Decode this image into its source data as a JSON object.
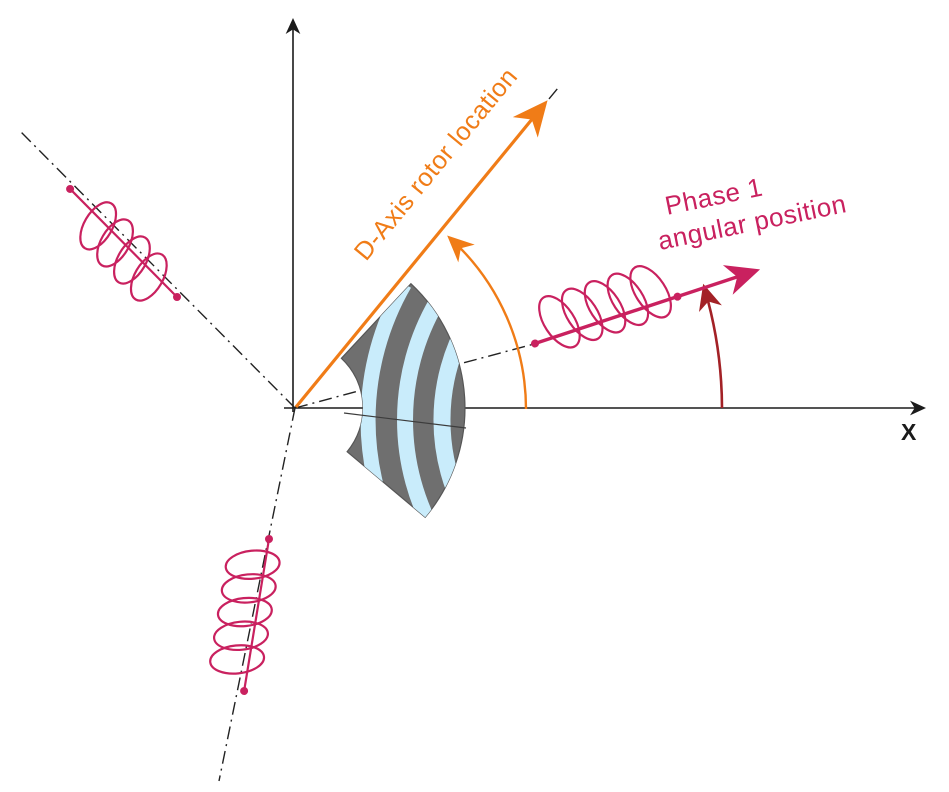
{
  "title": "Motor phase axes and D-axis rotor location diagram",
  "labels": {
    "x_axis": "X",
    "d_axis": "D-Axis rotor location",
    "phase1_line1": "Phase 1",
    "phase1_line2": "angular position"
  },
  "colors": {
    "axis": "#1b1b1b",
    "dashdot": "#222222",
    "d_axis_orange": "#f07c17",
    "phase_crimson": "#c9215f",
    "angle_dark_red": "#a32126",
    "rotor_gray": "#6f6f6f",
    "rotor_edge": "#565656",
    "rotor_stripe_blue": "#c9ecfb",
    "rotor_split_line": "#3c3c3c",
    "background": "#ffffff"
  }
}
